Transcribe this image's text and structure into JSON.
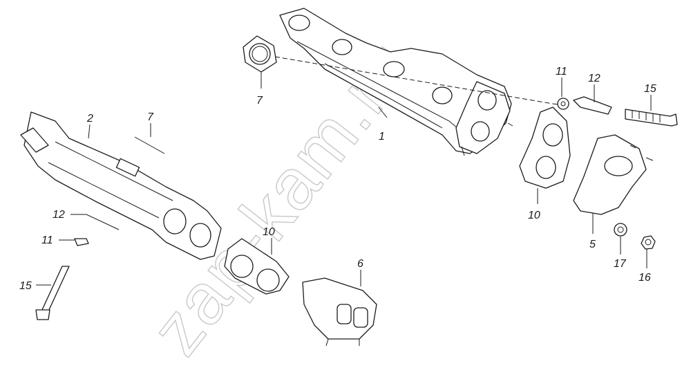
{
  "diagram": {
    "watermark": "zap-kam.ru",
    "callouts": {
      "c1": "1",
      "c2": "2",
      "c5": "5",
      "c6": "6",
      "c7a": "7",
      "c7b": "7",
      "c10a": "10",
      "c10b": "10",
      "c11a": "11",
      "c11b": "11",
      "c12a": "12",
      "c12b": "12",
      "c15a": "15",
      "c15b": "15",
      "c16": "16",
      "c17": "17"
    }
  }
}
